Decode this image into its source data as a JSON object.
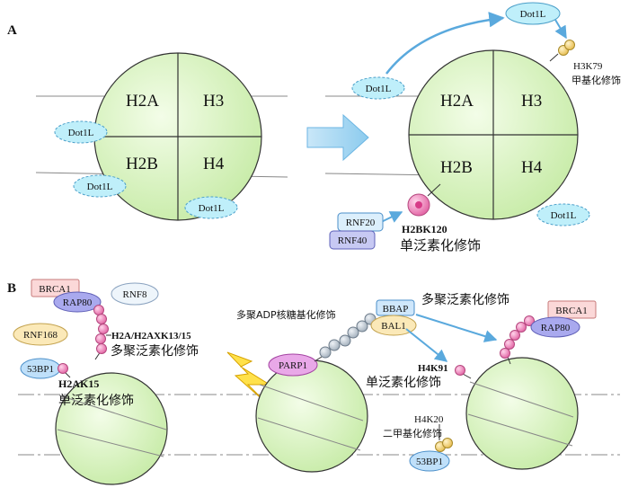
{
  "panel_labels": {
    "a": "A",
    "b": "B"
  },
  "histones": {
    "h2a": "H2A",
    "h3": "H3",
    "h2b": "H2B",
    "h4": "H4"
  },
  "panel_a": {
    "dot1l": "Dot1L",
    "h3k79": "H3K79",
    "h3k79_mod": "甲基化修饰",
    "h2bk120": "H2BK120",
    "h2bk120_mod": "单泛素化修饰",
    "rnf20": "RNF20",
    "rnf40": "RNF40"
  },
  "panel_b": {
    "brca1": "BRCA1",
    "rap80": "RAP80",
    "rnf8": "RNF8",
    "rnf168": "RNF168",
    "p53bp1": "53BP1",
    "h2a_sites": "H2A/H2AXK13/15",
    "poly_ub": "多聚泛素化修饰",
    "h2ak15": "H2AK15",
    "mono_ub": "单泛素化修饰",
    "parp1": "PARP1",
    "par_mod": "多聚ADP核糖基化修饰",
    "bbap": "BBAP",
    "bal1": "BAL1",
    "h4k91": "H4K91",
    "h4k20": "H4K20",
    "dimethyl": "二甲基化修饰"
  },
  "colors": {
    "nucleosome_fill": "#dff5c8",
    "dot1l_fill": "#bfeffa",
    "ub_pink": "#f08fc0",
    "arrow_blue": "#5aa9dd",
    "methyl_yellow": "#f5d77a"
  }
}
